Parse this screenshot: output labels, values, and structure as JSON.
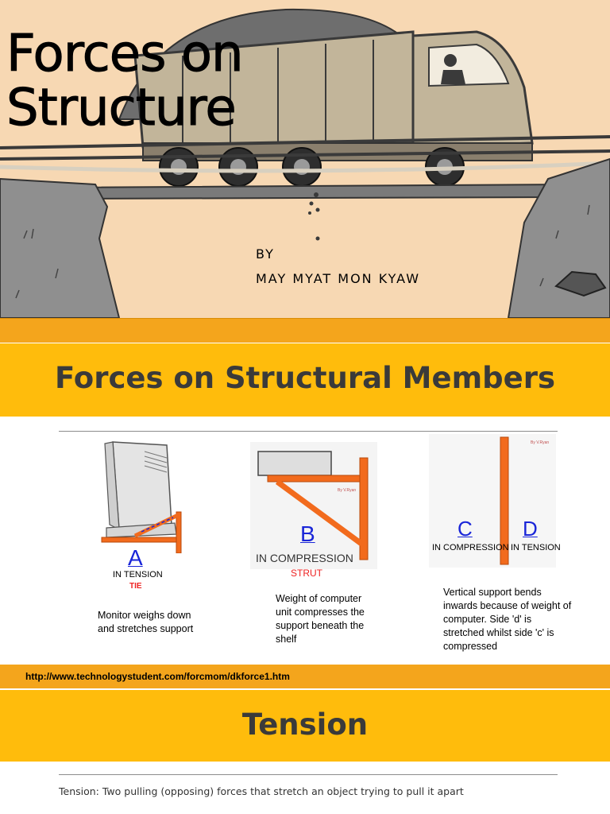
{
  "slide1": {
    "title_line1": "Forces on",
    "title_line2": "Structure",
    "by": "BY",
    "author": "MAY MYAT MON KYAW"
  },
  "slide2": {
    "heading": "Forces on Structural Members",
    "figure_a": {
      "letter": "A",
      "state": "IN TENSION",
      "member": "TIE",
      "caption": "Monitor weighs down and stretches support"
    },
    "figure_b": {
      "letter": "B",
      "state": "IN COMPRESSION",
      "member": "STRUT",
      "caption": "Weight of computer unit compresses the support beneath the shelf",
      "signature": "By V.Ryan"
    },
    "figure_cd": {
      "letter_c": "C",
      "letter_d": "D",
      "state_c": "IN COMPRESSION",
      "state_d": "IN TENSION",
      "caption": "Vertical support bends inwards because of weight of computer. Side 'd' is stretched whilst side 'c' is compressed",
      "signature": "By V.Ryan"
    },
    "source_url": "http://www.technologystudent.com/forcmom/dkforce1.htm"
  },
  "slide3": {
    "heading": "Tension",
    "definition": "Tension: Two pulling (opposing) forces that stretch an object trying to pull it apart"
  },
  "colors": {
    "title_bg": "#f7d8b3",
    "band_orange": "#f4a51c",
    "header_yellow": "#ffbc0c",
    "member_orange": "#f26b1d",
    "letter_blue": "#1a26d8",
    "tie_red": "#ee2222"
  }
}
